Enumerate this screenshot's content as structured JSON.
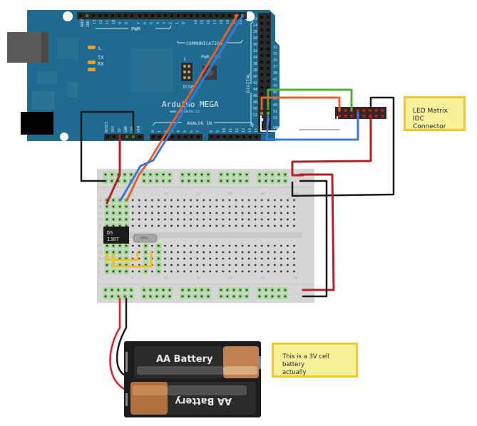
{
  "diagram": {
    "type": "breadboard-wiring",
    "board": {
      "name": "Arduino MEGA",
      "brand_text": "Arduino MEGA",
      "url_text": "www.arduino.cc",
      "color": "#1f6a8f",
      "top_labels": [
        "AREF",
        "GND",
        "13",
        "12",
        "11",
        "10",
        "9",
        "8",
        "7",
        "6",
        "5",
        "4",
        "3",
        "2",
        "TX 1",
        "RX 0",
        "TX3 14",
        "RX3 15",
        "TX2 16",
        "RX2 17",
        "TX1 18",
        "RX1 19",
        "SDA 20",
        "SCL 21"
      ],
      "section_labels": {
        "pwm": "PWM",
        "communication": "COMMUNICATION",
        "analog_in": "ANALOG IN",
        "digital": "DIGITAL",
        "icsp": "ICSP",
        "pwr": "PWR"
      },
      "led_labels": [
        "L",
        "TX",
        "RX"
      ],
      "power_labels": [
        "RESET",
        "3V3",
        "5V",
        "GND",
        "GND",
        "VIN"
      ],
      "analog_labels": [
        "0",
        "1",
        "2",
        "3",
        "4",
        "5",
        "6",
        "7",
        "8",
        "9",
        "10",
        "11",
        "12",
        "13",
        "14",
        "15"
      ],
      "digital_even": [
        "22",
        "24",
        "26",
        "28",
        "30",
        "32",
        "34",
        "36",
        "38",
        "40",
        "42",
        "44",
        "46",
        "48",
        "50",
        "52"
      ],
      "digital_odd": [
        "31",
        "33",
        "35",
        "37",
        "39",
        "41",
        "43",
        "45",
        "47",
        "49",
        "51",
        "53"
      ],
      "gnd_label": "GND"
    },
    "breadboard": {
      "row_letters_top": [
        "A",
        "B",
        "C",
        "D",
        "E"
      ],
      "row_letters_bottom": [
        "F",
        "G",
        "H",
        "I",
        "J"
      ],
      "column_numbers": [
        "5",
        "10",
        "15",
        "20",
        "25",
        "30"
      ]
    },
    "components": {
      "rtc_chip": {
        "line1": "DS",
        "line2": "1307"
      },
      "crystal": {
        "label": "MHz"
      },
      "battery_top": {
        "label": "AA Battery"
      },
      "battery_bottom": {
        "label": "AA Battery"
      },
      "idc_connector": {
        "pins": 16
      }
    },
    "wire_colors": {
      "red": "#b22222",
      "black": "#1a1a1a",
      "orange": "#e8602c",
      "blue": "#3a78d4",
      "green": "#4caf3a",
      "white": "#ffffff",
      "gray": "#9a9a9a",
      "yellow": "#f0c020"
    },
    "notes": [
      {
        "id": "led-matrix-note",
        "text_line1": "LED Matrix IDC",
        "text_line2": "Connector"
      },
      {
        "id": "battery-note",
        "text_line1": "This is a 3V cell battery",
        "text_line2": "actually"
      }
    ]
  }
}
